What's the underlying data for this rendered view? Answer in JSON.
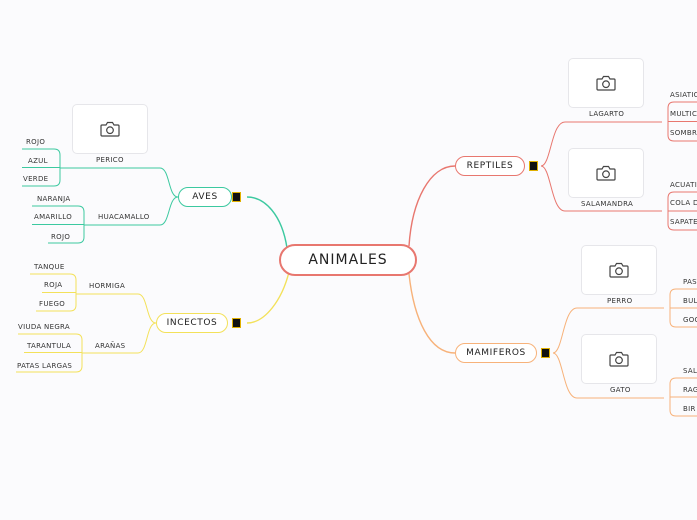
{
  "root": {
    "label": "ANIMALES"
  },
  "branches": {
    "aves": {
      "label": "AVES",
      "perico": {
        "label": "PERICO",
        "items": [
          "ROJO",
          "AZUL",
          "VERDE"
        ]
      },
      "huacamallo": {
        "label": "HUACAMALLO",
        "items": [
          "NARANJA",
          "AMARILLO",
          "ROJO"
        ]
      }
    },
    "incectos": {
      "label": "INCECTOS",
      "hormiga": {
        "label": "HORMIGA",
        "items": [
          "TANQUE",
          "ROJA",
          "FUEGO"
        ]
      },
      "aranas": {
        "label": "ARAÑAS",
        "items": [
          "VIUDA NEGRA",
          "TARANTULA",
          "PATAS LARGAS"
        ]
      }
    },
    "reptiles": {
      "label": "REPTILES",
      "lagarto": {
        "label": "LAGARTO",
        "items": [
          "ASIATIC",
          "MULTICO",
          "SOMBRI"
        ]
      },
      "salamandra": {
        "label": "SALAMANDRA",
        "items": [
          "ACUATI",
          "COLA D",
          "SAPATE"
        ]
      }
    },
    "mamiferos": {
      "label": "MAMIFEROS",
      "perro": {
        "label": "PERRO",
        "items": [
          "PAST",
          "BUL",
          "GOC"
        ]
      },
      "gato": {
        "label": "GATO",
        "items": [
          "SAL",
          "RAG",
          "BIR"
        ]
      }
    }
  },
  "colors": {
    "root": "#e8776f",
    "aves": "#3cc9a0",
    "incectos": "#f3e15a",
    "reptiles": "#e8776f",
    "mamiferos": "#f7b27a"
  },
  "icons": {
    "photo": "camera-icon",
    "subtopic": "subtopic-icon"
  }
}
